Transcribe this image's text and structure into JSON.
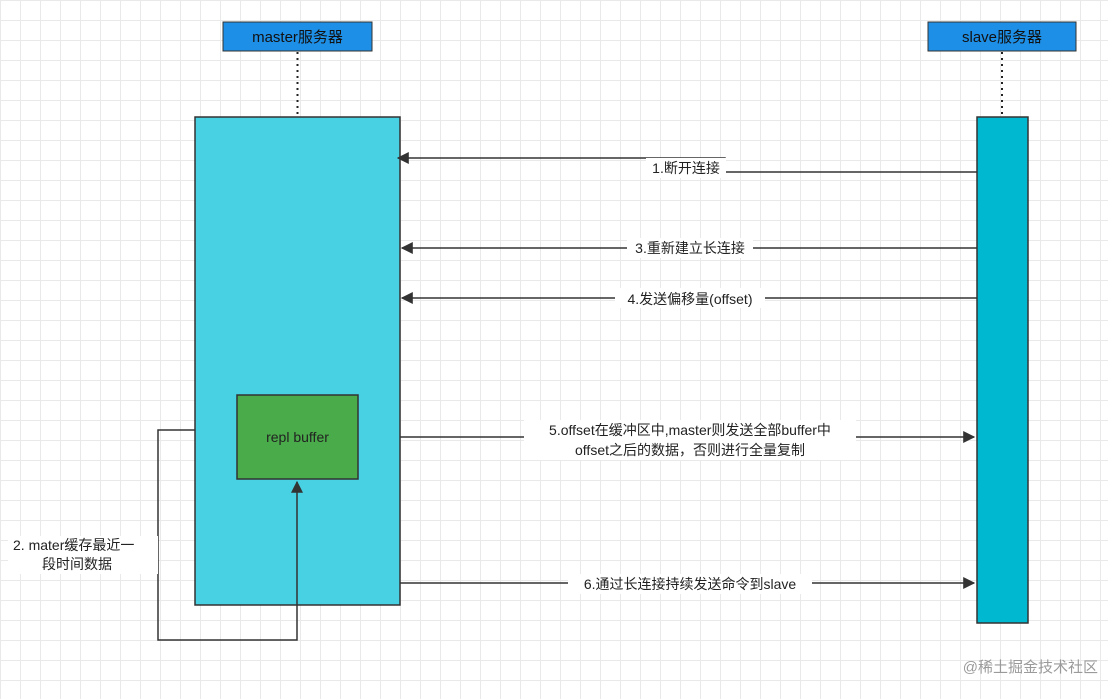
{
  "colors": {
    "header_fill": "#1e8fe6",
    "master_fill": "#48d0e3",
    "slave_fill": "#00b8d0",
    "buffer_fill": "#4aab4a",
    "line": "#333333"
  },
  "master": {
    "header": "master服务器"
  },
  "slave": {
    "header": "slave服务器"
  },
  "buffer": {
    "label": "repl buffer"
  },
  "note": {
    "line1": "2. mater缓存最近一",
    "line2": "段时间数据"
  },
  "messages": {
    "m1": "1.断开连接",
    "m3": "3.重新建立长连接",
    "m4": "4.发送偏移量(offset)",
    "m5_line1": "5.offset在缓冲区中,master则发送全部buffer中",
    "m5_line2": "offset之后的数据，否则进行全量复制",
    "m6": "6.通过长连接持续发送命令到slave"
  },
  "watermark": "@稀土掘金技术社区"
}
